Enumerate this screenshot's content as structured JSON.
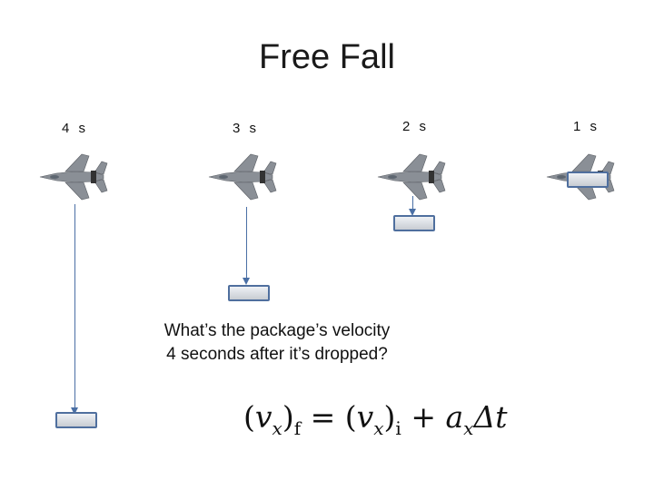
{
  "title": "Free Fall",
  "time_labels": [
    "4 s",
    "3 s",
    "2 s",
    "1 s"
  ],
  "question": {
    "line1": "What’s the package’s velocity",
    "line2": "4 seconds after it’s dropped?"
  },
  "equation": {
    "lhs_var": "v",
    "lhs_sub": "x",
    "lhs_outer_sub": "f",
    "rhs_var": "v",
    "rhs_sub": "x",
    "rhs_outer_sub": "i",
    "accel": "a",
    "accel_sub": "x",
    "delta_t": "Δt"
  },
  "colors": {
    "drop_line": "#4a6fa5",
    "package_border": "#4f6f9e",
    "jet_body": "#8a8f96"
  },
  "icons": [
    "fighter-jet-icon",
    "package-icon"
  ]
}
